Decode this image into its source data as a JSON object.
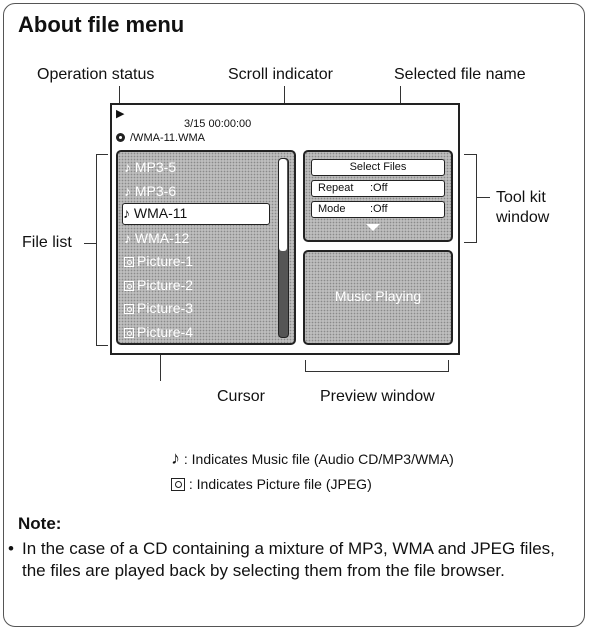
{
  "title": "About file menu",
  "callouts": {
    "operation_status": "Operation status",
    "scroll_indicator": "Scroll indicator",
    "selected_file_name": "Selected file name",
    "file_list": "File list",
    "tool_kit_line1": "Tool kit",
    "tool_kit_line2": "window",
    "cursor": "Cursor",
    "preview_window": "Preview window"
  },
  "screen": {
    "play_icon": "play-icon",
    "status": "3/15  00:00:00",
    "disc_icon": "disc-icon",
    "selected_file": "/WMA-11.WMA",
    "files": [
      {
        "name": "MP3-5",
        "type": "music"
      },
      {
        "name": "MP3-6",
        "type": "music"
      },
      {
        "name": "WMA-11",
        "type": "music",
        "selected": true
      },
      {
        "name": "WMA-12",
        "type": "music"
      },
      {
        "name": "Picture-1",
        "type": "picture"
      },
      {
        "name": "Picture-2",
        "type": "picture"
      },
      {
        "name": "Picture-3",
        "type": "picture"
      },
      {
        "name": "Picture-4",
        "type": "picture"
      }
    ],
    "toolkit": {
      "select_files": "Select Files",
      "repeat_label": "Repeat",
      "repeat_value": ":Off",
      "mode_label": "Mode",
      "mode_value": ":Off"
    },
    "preview_text": "Music Playing"
  },
  "legend": {
    "music_icon": "♪",
    "music_text": ": Indicates Music file (Audio CD/MP3/WMA)",
    "picture_text": ": Indicates Picture file (JPEG)"
  },
  "note": {
    "title": "Note:",
    "bullet": "•",
    "text": "In the case of a CD containing a mixture of MP3, WMA and JPEG files, the files are played back by selecting them from the file browser."
  }
}
